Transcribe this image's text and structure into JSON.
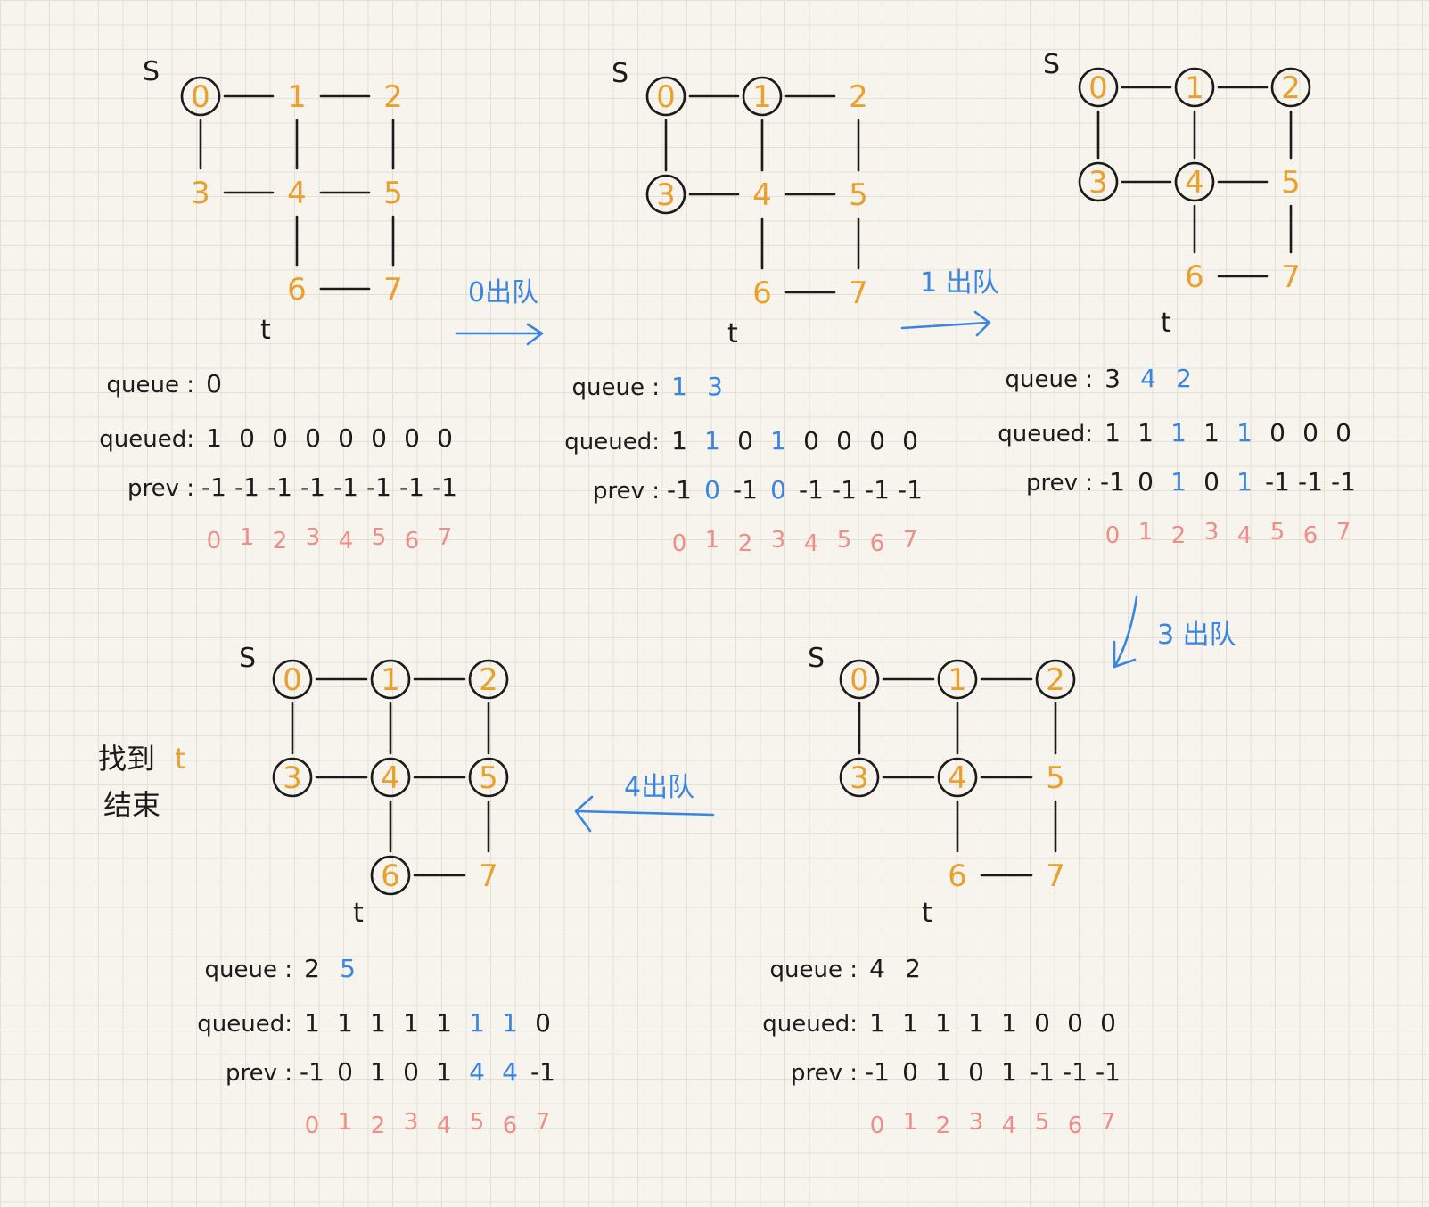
{
  "colors": {
    "orange": "#e9a02f",
    "ink": "#1b1b1b",
    "blue": "#3a84e2",
    "pink": "#ec8f8b"
  },
  "labels": {
    "queue": "queue :",
    "queued": "queued:",
    "prev": "prev :",
    "source": "S",
    "target": "t"
  },
  "graph": {
    "nodes": [
      "0",
      "1",
      "2",
      "3",
      "4",
      "5",
      "6",
      "7"
    ],
    "edges": [
      [
        0,
        1
      ],
      [
        1,
        2
      ],
      [
        0,
        3
      ],
      [
        1,
        4
      ],
      [
        2,
        5
      ],
      [
        3,
        4
      ],
      [
        4,
        5
      ],
      [
        4,
        6
      ],
      [
        5,
        7
      ],
      [
        6,
        7
      ]
    ]
  },
  "indices": [
    "0",
    "1",
    "2",
    "3",
    "4",
    "5",
    "6",
    "7"
  ],
  "panels": [
    {
      "circled": [
        0
      ],
      "queue": [
        {
          "v": "0",
          "hl": false
        }
      ],
      "queued": [
        {
          "v": "1",
          "hl": false
        },
        {
          "v": "0",
          "hl": false
        },
        {
          "v": "0",
          "hl": false
        },
        {
          "v": "0",
          "hl": false
        },
        {
          "v": "0",
          "hl": false
        },
        {
          "v": "0",
          "hl": false
        },
        {
          "v": "0",
          "hl": false
        },
        {
          "v": "0",
          "hl": false
        }
      ],
      "prev": [
        {
          "v": "-1",
          "hl": false
        },
        {
          "v": "-1",
          "hl": false
        },
        {
          "v": "-1",
          "hl": false
        },
        {
          "v": "-1",
          "hl": false
        },
        {
          "v": "-1",
          "hl": false
        },
        {
          "v": "-1",
          "hl": false
        },
        {
          "v": "-1",
          "hl": false
        },
        {
          "v": "-1",
          "hl": false
        }
      ]
    },
    {
      "circled": [
        0,
        1,
        3
      ],
      "queue": [
        {
          "v": "1",
          "hl": true
        },
        {
          "v": "3",
          "hl": true
        }
      ],
      "queued": [
        {
          "v": "1",
          "hl": false
        },
        {
          "v": "1",
          "hl": true
        },
        {
          "v": "0",
          "hl": false
        },
        {
          "v": "1",
          "hl": true
        },
        {
          "v": "0",
          "hl": false
        },
        {
          "v": "0",
          "hl": false
        },
        {
          "v": "0",
          "hl": false
        },
        {
          "v": "0",
          "hl": false
        }
      ],
      "prev": [
        {
          "v": "-1",
          "hl": false
        },
        {
          "v": "0",
          "hl": true
        },
        {
          "v": "-1",
          "hl": false
        },
        {
          "v": "0",
          "hl": true
        },
        {
          "v": "-1",
          "hl": false
        },
        {
          "v": "-1",
          "hl": false
        },
        {
          "v": "-1",
          "hl": false
        },
        {
          "v": "-1",
          "hl": false
        }
      ]
    },
    {
      "circled": [
        0,
        1,
        2,
        3,
        4
      ],
      "queue": [
        {
          "v": "3",
          "hl": false
        },
        {
          "v": "4",
          "hl": true
        },
        {
          "v": "2",
          "hl": true
        }
      ],
      "queued": [
        {
          "v": "1",
          "hl": false
        },
        {
          "v": "1",
          "hl": false
        },
        {
          "v": "1",
          "hl": true
        },
        {
          "v": "1",
          "hl": false
        },
        {
          "v": "1",
          "hl": true
        },
        {
          "v": "0",
          "hl": false
        },
        {
          "v": "0",
          "hl": false
        },
        {
          "v": "0",
          "hl": false
        }
      ],
      "prev": [
        {
          "v": "-1",
          "hl": false
        },
        {
          "v": "0",
          "hl": false
        },
        {
          "v": "1",
          "hl": true
        },
        {
          "v": "0",
          "hl": false
        },
        {
          "v": "1",
          "hl": true
        },
        {
          "v": "-1",
          "hl": false
        },
        {
          "v": "-1",
          "hl": false
        },
        {
          "v": "-1",
          "hl": false
        }
      ]
    },
    {
      "circled": [
        0,
        1,
        2,
        3,
        4,
        5,
        6
      ],
      "queue": [
        {
          "v": "2",
          "hl": false
        },
        {
          "v": "5",
          "hl": true
        }
      ],
      "queued": [
        {
          "v": "1",
          "hl": false
        },
        {
          "v": "1",
          "hl": false
        },
        {
          "v": "1",
          "hl": false
        },
        {
          "v": "1",
          "hl": false
        },
        {
          "v": "1",
          "hl": false
        },
        {
          "v": "1",
          "hl": true
        },
        {
          "v": "1",
          "hl": true
        },
        {
          "v": "0",
          "hl": false
        }
      ],
      "prev": [
        {
          "v": "-1",
          "hl": false
        },
        {
          "v": "0",
          "hl": false
        },
        {
          "v": "1",
          "hl": false
        },
        {
          "v": "0",
          "hl": false
        },
        {
          "v": "1",
          "hl": false
        },
        {
          "v": "4",
          "hl": true
        },
        {
          "v": "4",
          "hl": true
        },
        {
          "v": "-1",
          "hl": false
        }
      ]
    },
    {
      "circled": [
        0,
        1,
        2,
        3,
        4
      ],
      "queue": [
        {
          "v": "4",
          "hl": false
        },
        {
          "v": "2",
          "hl": false
        }
      ],
      "queued": [
        {
          "v": "1",
          "hl": false
        },
        {
          "v": "1",
          "hl": false
        },
        {
          "v": "1",
          "hl": false
        },
        {
          "v": "1",
          "hl": false
        },
        {
          "v": "1",
          "hl": false
        },
        {
          "v": "0",
          "hl": false
        },
        {
          "v": "0",
          "hl": false
        },
        {
          "v": "0",
          "hl": false
        }
      ],
      "prev": [
        {
          "v": "-1",
          "hl": false
        },
        {
          "v": "0",
          "hl": false
        },
        {
          "v": "1",
          "hl": false
        },
        {
          "v": "0",
          "hl": false
        },
        {
          "v": "1",
          "hl": false
        },
        {
          "v": "-1",
          "hl": false
        },
        {
          "v": "-1",
          "hl": false
        },
        {
          "v": "-1",
          "hl": false
        }
      ]
    }
  ],
  "arrows": [
    {
      "label": "0出队"
    },
    {
      "label": "1 出队"
    },
    {
      "label": "3 出队"
    },
    {
      "label": "4出队"
    }
  ],
  "note": {
    "line1": "找到",
    "t": "t",
    "line2": "结束"
  }
}
